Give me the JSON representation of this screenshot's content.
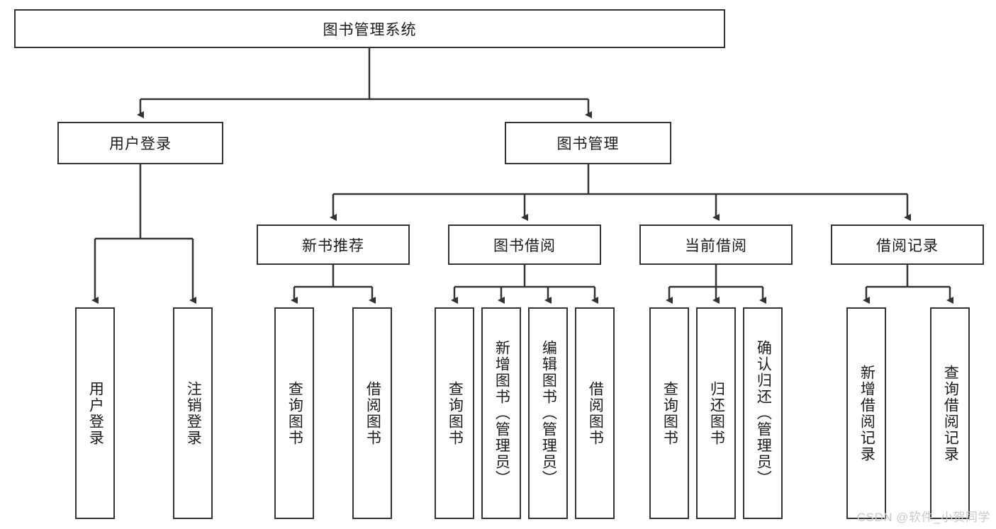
{
  "diagram": {
    "title_node": {
      "label": "图书管理系统"
    },
    "level2": [
      {
        "label": "用户登录"
      },
      {
        "label": "图书管理"
      }
    ],
    "level3": [
      {
        "label": "新书推荐"
      },
      {
        "label": "图书借阅"
      },
      {
        "label": "当前借阅"
      },
      {
        "label": "借阅记录"
      }
    ],
    "leaves": {
      "user_login": [
        {
          "label": "用户登录"
        },
        {
          "label": "注销登录"
        }
      ],
      "new_book_recommend": [
        {
          "label": "查询图书"
        },
        {
          "label": "借阅图书"
        }
      ],
      "book_borrow": [
        {
          "label": "查询图书"
        },
        {
          "label": "新增图书（管理员）"
        },
        {
          "label": "编辑图书（管理员）"
        },
        {
          "label": "借阅图书"
        }
      ],
      "current_borrow": [
        {
          "label": "查询图书"
        },
        {
          "label": "归还图书"
        },
        {
          "label": "确认归还（管理员）"
        }
      ],
      "borrow_records": [
        {
          "label": "新增借阅记录"
        },
        {
          "label": "查询借阅记录"
        }
      ]
    }
  },
  "watermark": {
    "text": "CSDN @软件_小贺同学"
  },
  "colors": {
    "border": "#333333",
    "text": "#1b1b1b",
    "background": "#ffffff",
    "watermark": "#c9c9c9"
  }
}
